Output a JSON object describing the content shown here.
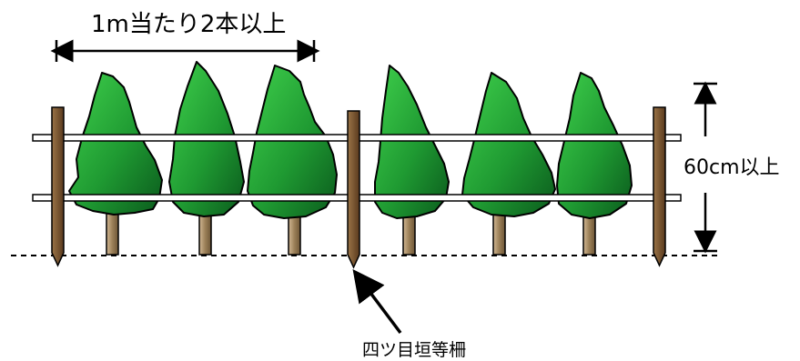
{
  "labels": {
    "spacing": "1m当たり2本以上",
    "height": "60cm以上",
    "fence": "四ツ目垣等柵"
  },
  "colors": {
    "foliage_light": "#2fbf3e",
    "foliage_dark": "#0b5a1d",
    "trunk": "#9b8058",
    "post": "#6b4a2a",
    "outline": "#000000"
  }
}
